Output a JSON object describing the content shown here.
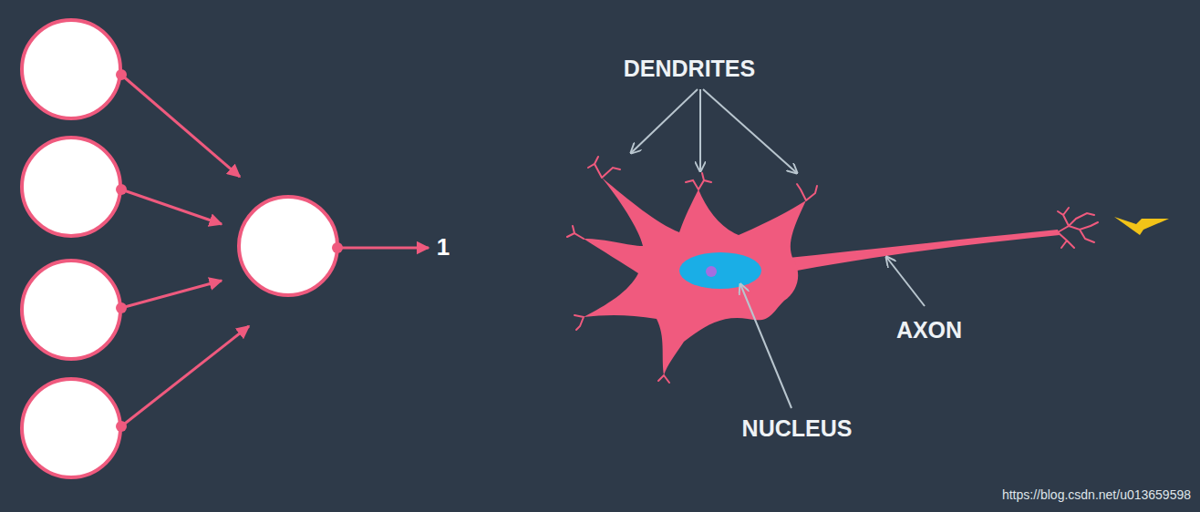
{
  "diagram": {
    "labels": [
      "1",
      "DENDRITES",
      "NUCLEUS",
      "AXON",
      "https://blog.csdn.net/u013659598"
    ]
  }
}
